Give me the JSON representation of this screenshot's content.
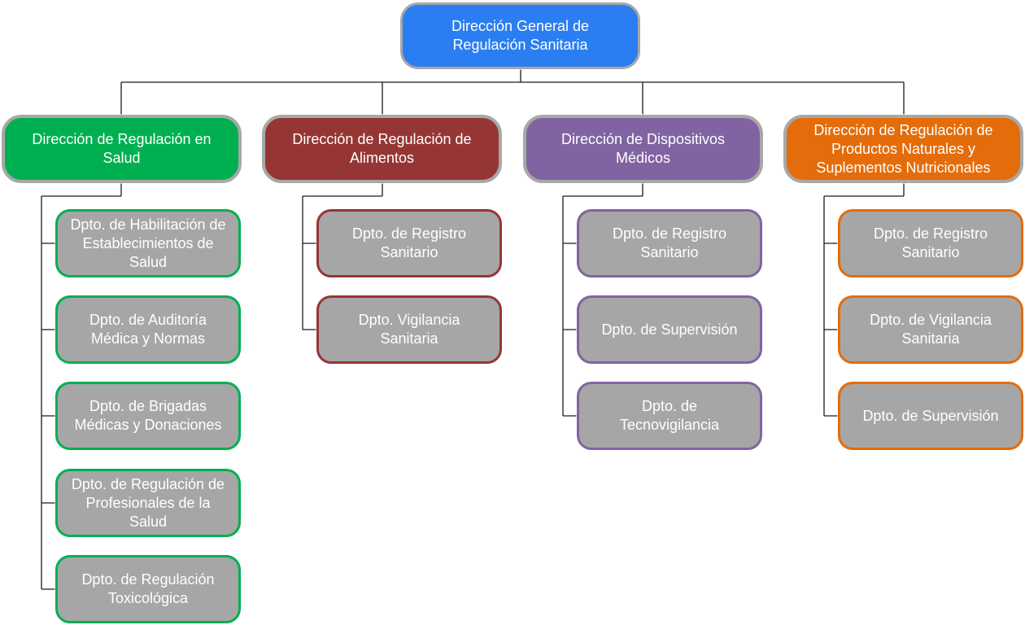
{
  "root": {
    "label": "Dirección General de\nRegulación Sanitaria",
    "color": "#2b7ef2"
  },
  "directions": [
    {
      "label": "Dirección de Regulación en\nSalud",
      "color": "#00b050",
      "departments": [
        "Dpto. de Habilitación de\nEstablecimientos de\nSalud",
        "Dpto. de Auditoría\nMédica y Normas",
        "Dpto. de Brigadas\nMédicas y Donaciones",
        "Dpto. de Regulación de\nProfesionales de la\nSalud",
        "Dpto. de Regulación\nToxicológica"
      ]
    },
    {
      "label": "Dirección de Regulación de\nAlimentos",
      "color": "#963634",
      "departments": [
        "Dpto. de Registro\nSanitario",
        "Dpto. Vigilancia\nSanitaria"
      ]
    },
    {
      "label": "Dirección de Dispositivos\nMédicos",
      "color": "#8064a2",
      "departments": [
        "Dpto. de Registro\nSanitario",
        "Dpto. de Supervisión",
        "Dpto. de\nTecnovigilancia"
      ]
    },
    {
      "label": "Dirección de Regulación de\nProductos Naturales y\nSuplementos Nutricionales",
      "color": "#e46c0a",
      "departments": [
        "Dpto. de Registro\nSanitario",
        "Dpto. de Vigilancia\nSanitaria",
        "Dpto. de Supervisión"
      ]
    }
  ]
}
